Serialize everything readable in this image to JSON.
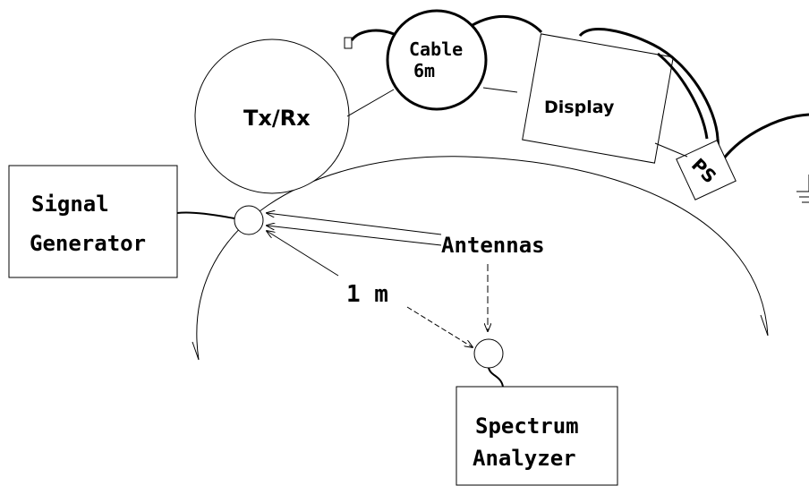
{
  "labels": {
    "cable_line1": "Cable",
    "cable_line2": "6m",
    "txrx": "Tx/Rx",
    "display": "Display",
    "ps": "PS",
    "signal_gen_line1": "Signal",
    "signal_gen_line2": "Generator",
    "antennas": "Antennas",
    "distance": "1 m",
    "spectrum_line1": "Spectrum",
    "spectrum_line2": "Analyzer"
  },
  "colors": {
    "stroke": "#000000",
    "background": "#ffffff"
  }
}
